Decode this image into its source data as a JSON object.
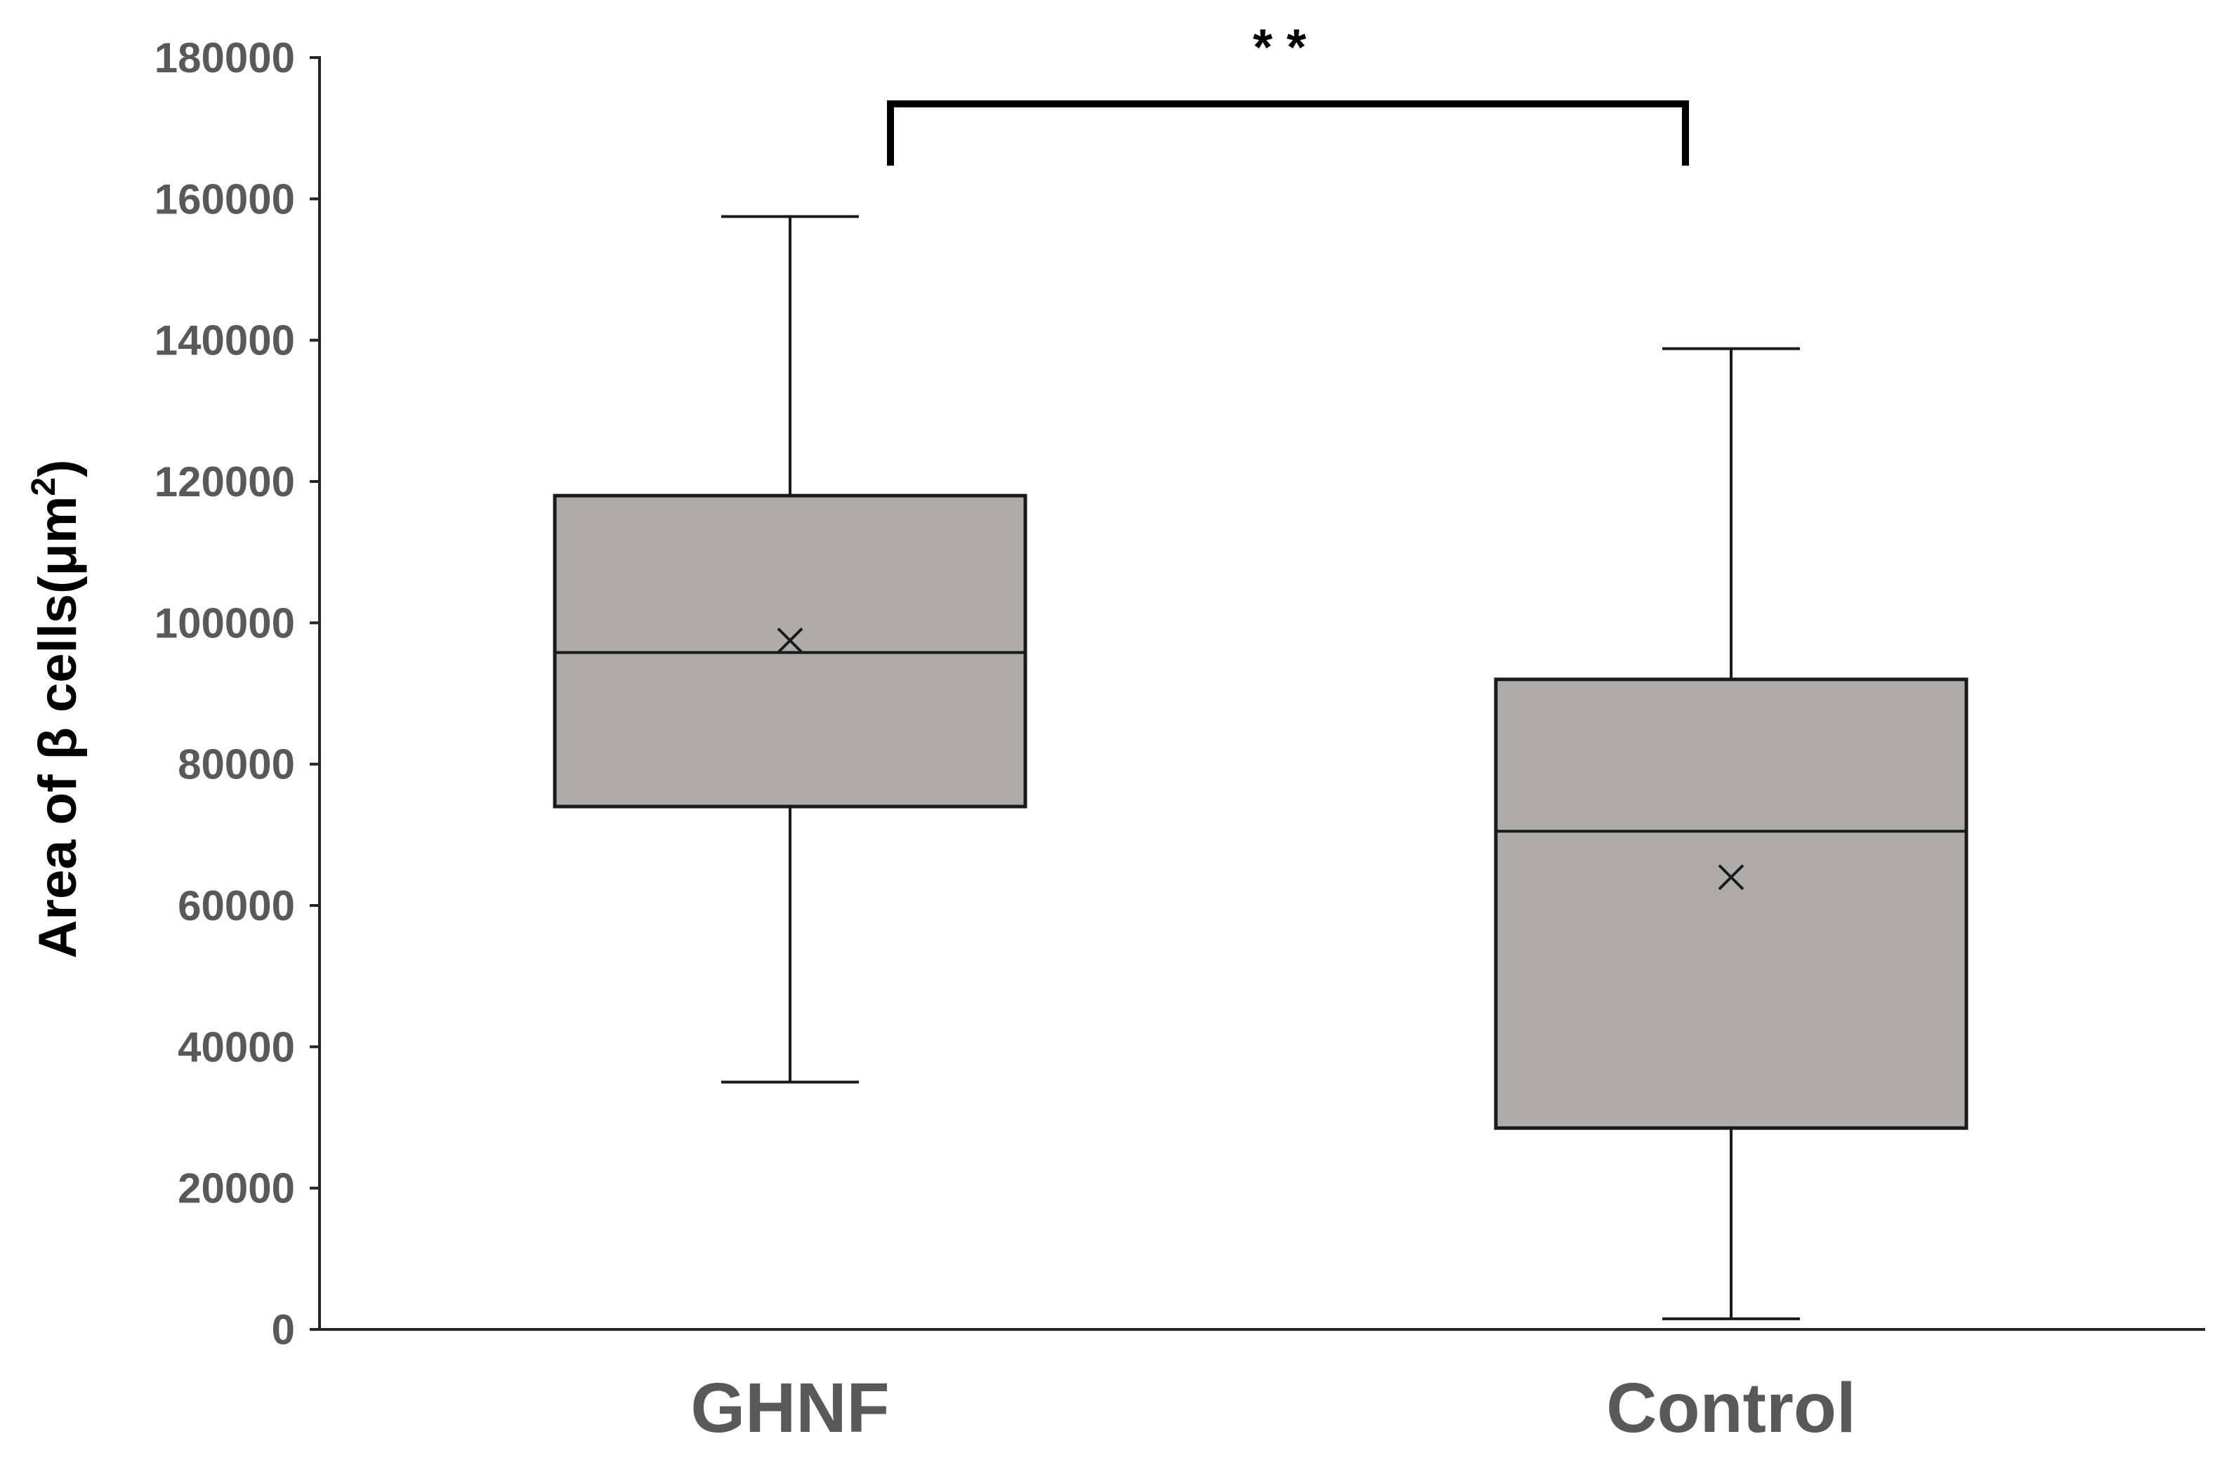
{
  "chart_data": {
    "type": "box",
    "ylabel_main": "Area of β cells(μm",
    "ylabel_sup": "2",
    "ylabel_close": ")",
    "ylim": [
      0,
      180000
    ],
    "yticks": [
      "0",
      "20000",
      "40000",
      "60000",
      "80000",
      "100000",
      "120000",
      "140000",
      "160000",
      "180000"
    ],
    "categories": [
      "GHNF",
      "Control"
    ],
    "boxes": [
      {
        "category": "GHNF",
        "whisker_low": 35000,
        "q1": 74000,
        "median": 95800,
        "q3": 118000,
        "whisker_high": 157500,
        "mean": 97500
      },
      {
        "category": "Control",
        "whisker_low": 1500,
        "q1": 28500,
        "median": 70500,
        "q3": 92000,
        "whisker_high": 138800,
        "mean": 64000
      }
    ],
    "significance": {
      "label": "* *",
      "between": [
        "GHNF",
        "Control"
      ]
    },
    "colors": {
      "box_fill": "#aeabab",
      "box_stroke": "#1a1a1a",
      "tick_text": "#595959",
      "axis": "#262626"
    }
  }
}
